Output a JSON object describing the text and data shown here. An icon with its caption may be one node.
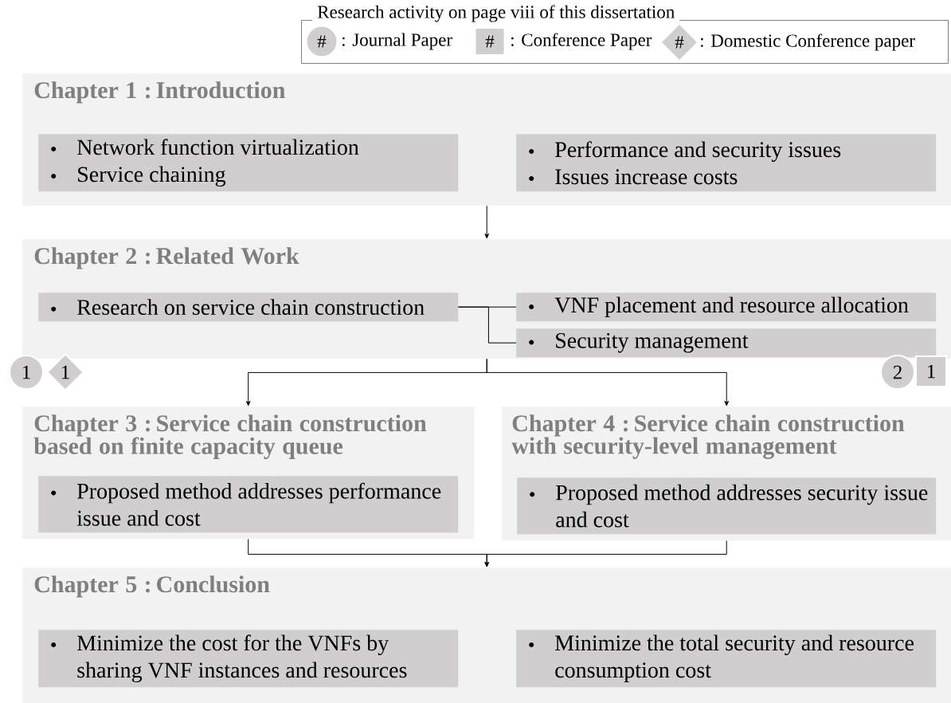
{
  "diagram": {
    "nodes": [
      {
        "text": [
          "Research activity on page viii of this dissertation"
        ]
      },
      {
        "text": [
          "#"
        ],
        "in": 0,
        "beside": [
          ": Journal Paper"
        ]
      },
      {
        "text": [
          "#"
        ],
        "in": 0,
        "beside": [
          ": Conference Paper"
        ]
      },
      {
        "text": [
          "#"
        ],
        "in": 0,
        "beside": [
          ": Domestic Conference paper"
        ]
      },
      {
        "text": [
          "Chapter 1 : Introduction"
        ]
      },
      {
        "text": [
          "Network function virtualization",
          "Service chaining"
        ],
        "in": 4
      },
      {
        "text": [
          "Performance and security issues",
          "Issues increase costs"
        ],
        "in": 4
      },
      {
        "text": [
          "Chapter 2 : Related Work"
        ]
      },
      {
        "text": [
          "Research on service chain construction"
        ],
        "in": 7
      },
      {
        "text": [
          "VNF placement and resource allocation"
        ],
        "in": 7
      },
      {
        "text": [
          "Security management"
        ],
        "in": 7
      },
      {
        "text": [
          "1"
        ]
      },
      {
        "text": [
          "1"
        ]
      },
      {
        "text": [
          "Chapter 3 : Service chain construction based on finite capacity queue"
        ]
      },
      {
        "text": [
          "Proposed method addresses performance issue and cost"
        ],
        "in": 13
      },
      {
        "text": [
          "2"
        ]
      },
      {
        "text": [
          "1"
        ]
      },
      {
        "text": [
          "Chapter 4 : Service chain construction with security-level management"
        ]
      },
      {
        "text": [
          "Proposed method addresses security issue and cost"
        ],
        "in": 17
      },
      {
        "text": [
          "Chapter 5 : Conclusion"
        ]
      },
      {
        "text": [
          "Minimize the cost for the VNFs by sharing VNF instances and resources"
        ],
        "in": 19
      },
      {
        "text": [
          "Minimize the total security and resource consumption cost"
        ],
        "in": 19
      }
    ],
    "edges": [
      {
        "from": 4,
        "to": 7,
        "arrow": "to"
      },
      {
        "from": 8,
        "to": 9,
        "arrow": "none"
      },
      {
        "from": 8,
        "to": 10,
        "arrow": "none"
      },
      {
        "from": 7,
        "to": 13,
        "arrow": "to"
      },
      {
        "from": 7,
        "to": 17,
        "arrow": "to"
      },
      {
        "from": 13,
        "to": 19,
        "arrow": "to"
      },
      {
        "from": 17,
        "to": 19,
        "arrow": "to"
      }
    ]
  }
}
